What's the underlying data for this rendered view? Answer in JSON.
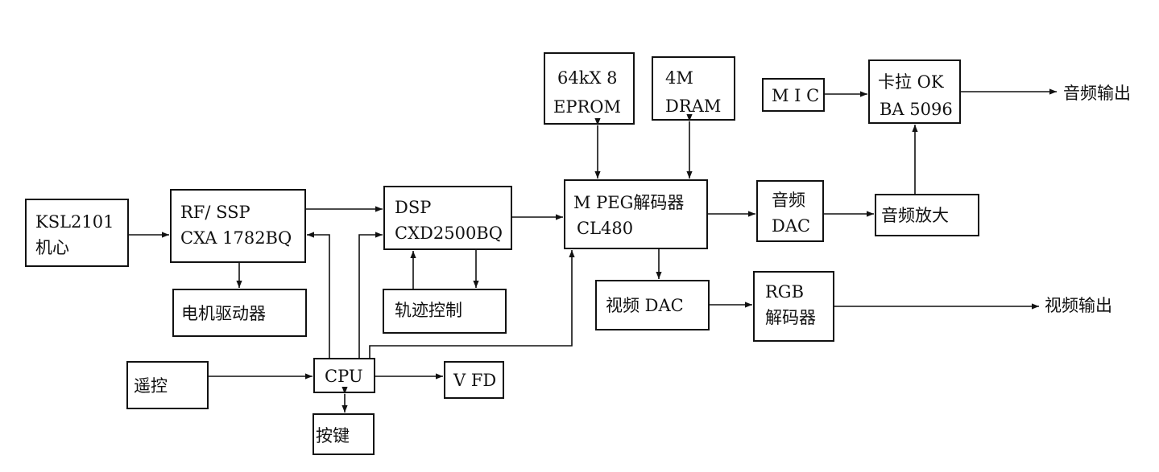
{
  "blocks": {
    "ksl2101": {
      "line1": "KSL2101",
      "line2": "机心"
    },
    "rf_ssp": {
      "line1": "RF/ SSP",
      "line2": "CXA 1782BQ"
    },
    "motor_driver": {
      "label": "电机驱动器"
    },
    "dsp": {
      "line1": "DSP",
      "line2": "CXD2500BQ"
    },
    "track_control": {
      "label": "轨迹控制"
    },
    "eprom": {
      "line1": "64kX 8",
      "line2": "EPROM"
    },
    "dram": {
      "line1": "4M",
      "line2": "DRAM"
    },
    "mpeg": {
      "line1": "M PEG解码器",
      "line2": "CL480"
    },
    "audio_dac": {
      "line1": "音频",
      "line2": "DAC"
    },
    "mic": {
      "label": "M I C"
    },
    "karaoke": {
      "line1": "卡拉 OK",
      "line2": "BA 5096"
    },
    "audio_amp": {
      "label": "音频放大"
    },
    "video_dac": {
      "label": "视频 DAC"
    },
    "rgb_decoder": {
      "line1": "RGB",
      "line2": "解码器"
    },
    "remote": {
      "label": "遥控"
    },
    "cpu": {
      "label": "CPU"
    },
    "vfd": {
      "label": "V FD"
    },
    "keys": {
      "label": "按键"
    }
  },
  "outputs": {
    "audio_out": "音频输出",
    "video_out": "视频输出"
  }
}
